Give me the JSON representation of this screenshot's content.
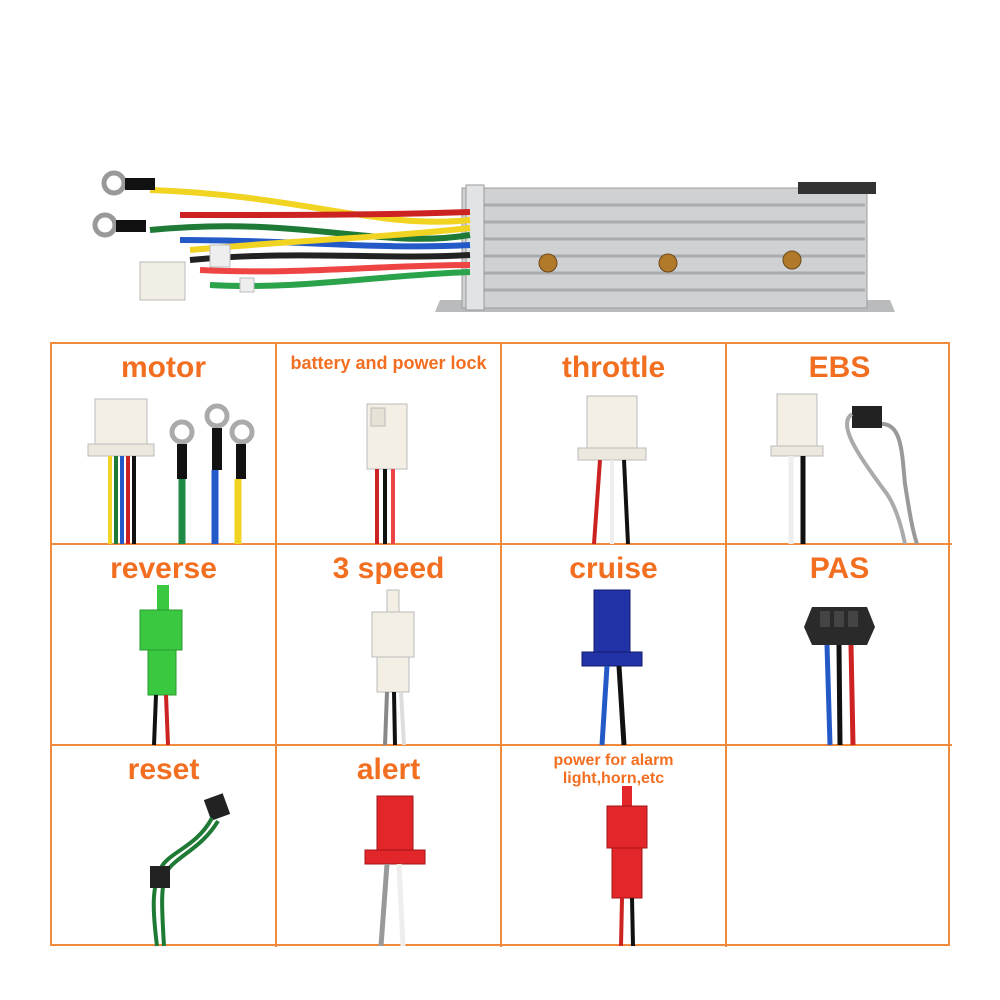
{
  "colors": {
    "grid_border": "#f08a3c",
    "label_text": "#f26f21",
    "housing": "#c9cbcc",
    "screw": "#b07a2a"
  },
  "cells": [
    {
      "label": "motor",
      "icon": "motor-connector-icon"
    },
    {
      "label": "battery and power lock",
      "icon": "battery-connector-icon"
    },
    {
      "label": "throttle",
      "icon": "throttle-connector-icon"
    },
    {
      "label": "EBS",
      "icon": "ebs-connector-icon"
    },
    {
      "label": "reverse",
      "icon": "reverse-connector-icon"
    },
    {
      "label": "3 speed",
      "icon": "three-speed-connector-icon"
    },
    {
      "label": "cruise",
      "icon": "cruise-connector-icon"
    },
    {
      "label": "PAS",
      "icon": "pas-connector-icon"
    },
    {
      "label": "reset",
      "icon": "reset-connector-icon"
    },
    {
      "label": "alert",
      "icon": "alert-connector-icon"
    },
    {
      "label": "power for alarm light,horn,etc",
      "icon": "alarm-power-connector-icon"
    },
    {
      "label": "",
      "icon": ""
    }
  ],
  "hero": {
    "icon": "motor-controller-icon"
  }
}
